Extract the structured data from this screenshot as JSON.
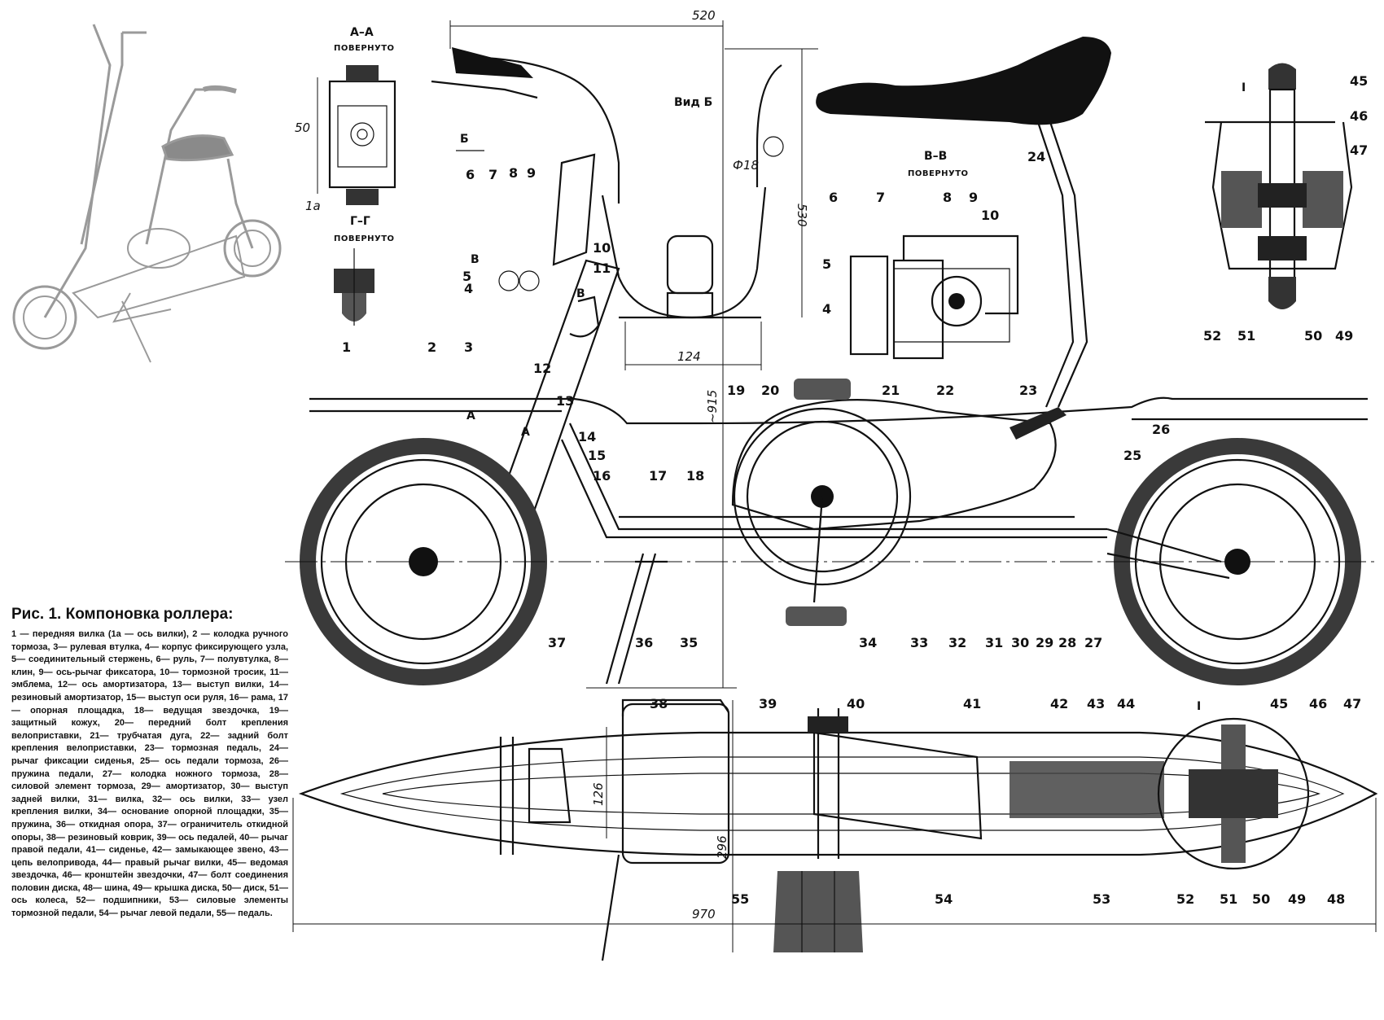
{
  "figure": {
    "caption_title": "Рис. 1. Компоновка роллера:",
    "caption_body": "1 — передняя вилка (1а — ось вилки), 2 — колодка ручного тормоза, 3— рулевая втулка, 4— корпус фиксирующего узла, 5— соединительный стержень, 6— руль, 7— полувтулка, 8— клин, 9— ось-рычаг фиксатора, 10— тормозной тросик, 11— эмблема, 12— ось амортизатора, 13— выступ вилки, 14— резиновый амортизатор, 15— выступ оси руля, 16— рама, 17— опорная площадка, 18— ведущая звездочка, 19— защитный кожух, 20— передний болт крепления велоприставки, 21— трубчатая дуга, 22— задний болт крепления велоприставки, 23— тормозная педаль, 24— рычаг фиксации сиденья, 25— ось педали тормоза, 26— пружина педали, 27— колодка ножного тормоза, 28— силовой элемент тормоза, 29— амортизатор, 30— выступ задней вилки, 31— вилка, 32— ось вилки, 33— узел крепления вилки, 34— основание опорной площадки, 35— пружина, 36— откидная опора, 37— ограничитель откидной опоры, 38— резиновый коврик, 39— ось педалей, 40— рычаг правой педали, 41— сиденье, 42— замыкающее звено, 43— цепь велопривода, 44— правый рычаг вилки, 45— ведомая звездочка, 46— кронштейн звездочки, 47— болт соединения половин диска, 48— шина, 49— крышка диска, 50— диск, 51— ось колеса, 52— подшипники, 53— силовые элементы тормозной педали, 54— рычаг левой педали, 55— педаль."
  },
  "sections": {
    "aa_title": "А–А",
    "aa_sub": "ПОВЕРНУТО",
    "gg_title": "Г–Г",
    "gg_sub": "ПОВЕРНУТО",
    "vv_title": "В–В",
    "vv_sub": "ПОВЕРНУТО",
    "view_b": "Вид Б",
    "view_b_arrow": "Б",
    "detail_i": "I",
    "detail_i_plan": "I",
    "cut_a_left": "А",
    "cut_a_right": "А",
    "cut_v_left": "В",
    "cut_v_right": "В"
  },
  "dimensions": {
    "d520": "520",
    "d530": "530",
    "d124": "124",
    "dphi18": "Ф18",
    "d915": "~915",
    "d50": "50",
    "d126": "126",
    "d296": "296",
    "d970": "970",
    "d1a": "1а"
  },
  "callouts": {
    "c1": "1",
    "c2": "2",
    "c3": "3",
    "c4": "4",
    "c5": "5",
    "c6": "6",
    "c7": "7",
    "c8": "8",
    "c9": "9",
    "c10": "10",
    "c11": "11",
    "c12": "12",
    "c13": "13",
    "c14": "14",
    "c15": "15",
    "c16": "16",
    "c17": "17",
    "c18": "18",
    "c19": "19",
    "c20": "20",
    "c21": "21",
    "c22": "22",
    "c23": "23",
    "c24": "24",
    "c25": "25",
    "c26": "26",
    "c27": "27",
    "c28": "28",
    "c29": "29",
    "c30": "30",
    "c31": "31",
    "c32": "32",
    "c33": "33",
    "c34": "34",
    "c35": "35",
    "c36": "36",
    "c37": "37",
    "c38": "38",
    "c39": "39",
    "c40": "40",
    "c41": "41",
    "c42": "42",
    "c43": "43",
    "c44": "44",
    "c45": "45",
    "c46": "46",
    "c47": "47",
    "c48": "48",
    "c49": "49",
    "c50": "50",
    "c51": "51",
    "c52": "52",
    "c53": "53",
    "c54": "54",
    "c55": "55",
    "vv4": "4",
    "vv5": "5",
    "vv6": "6",
    "vv7": "7",
    "vv8": "8",
    "vv9": "9",
    "vv10": "10",
    "d45": "45",
    "d46": "46",
    "d47": "47",
    "d49": "49",
    "d50": "50",
    "d51": "51",
    "d52": "52"
  }
}
